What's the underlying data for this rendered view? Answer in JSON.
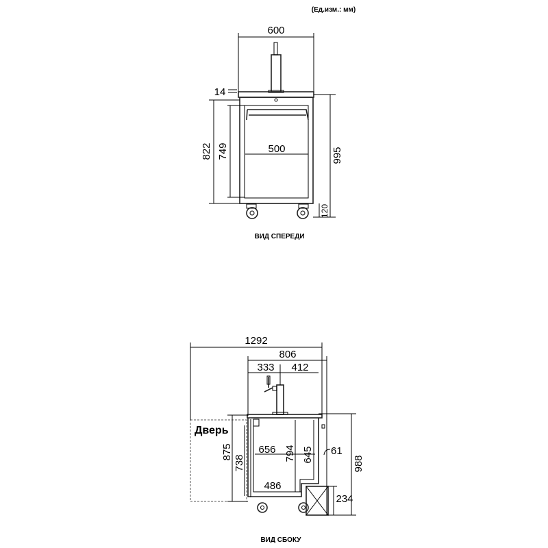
{
  "units_note": "(Ед.изм.: мм)",
  "front_view": {
    "caption": "ВИД СПЕРЕДИ",
    "dimensions": {
      "width_top": "600",
      "top_thickness": "14",
      "body_height": "822",
      "door_height": "749",
      "door_width": "500",
      "total_height": "995",
      "wheel_height": "120"
    }
  },
  "side_view": {
    "caption": "ВИД СБОКУ",
    "door_label": "Дверь",
    "dimensions": {
      "total_depth_open": "1292",
      "depth": "806",
      "tap_front": "333",
      "tap_rear": "412",
      "door_height": "875",
      "door_inner": "738",
      "inner_depth": "656",
      "inner_height": "794",
      "step_height": "645",
      "gap": "61",
      "total_height": "988",
      "bottom_depth": "486",
      "compressor_height": "234"
    }
  }
}
